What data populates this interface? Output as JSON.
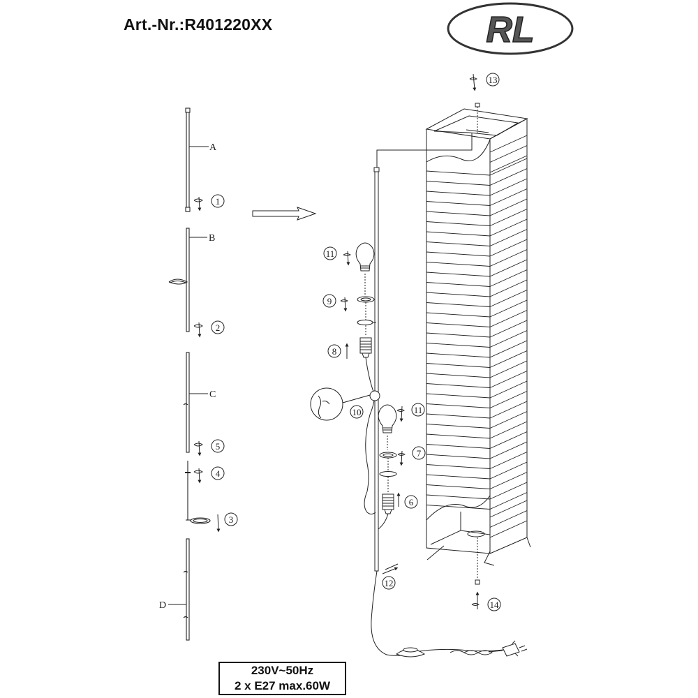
{
  "header": {
    "article_number": "Art.-Nr.:R401220XX",
    "logo_text": "RL"
  },
  "parts": {
    "rod_a": "A",
    "rod_b": "B",
    "rod_c": "C",
    "rod_d": "D"
  },
  "steps": {
    "s1": "1",
    "s2": "2",
    "s3": "3",
    "s4": "4",
    "s5": "5",
    "s6": "6",
    "s7": "7",
    "s8": "8",
    "s9": "9",
    "s10": "10",
    "s11a": "11",
    "s11b": "11",
    "s12": "12",
    "s13": "13",
    "s14": "14"
  },
  "spec": {
    "voltage": "230V~50Hz",
    "bulbs": "2 x E27 max.60W"
  },
  "colors": {
    "line": "#222222",
    "logo_fill": "#555555"
  }
}
